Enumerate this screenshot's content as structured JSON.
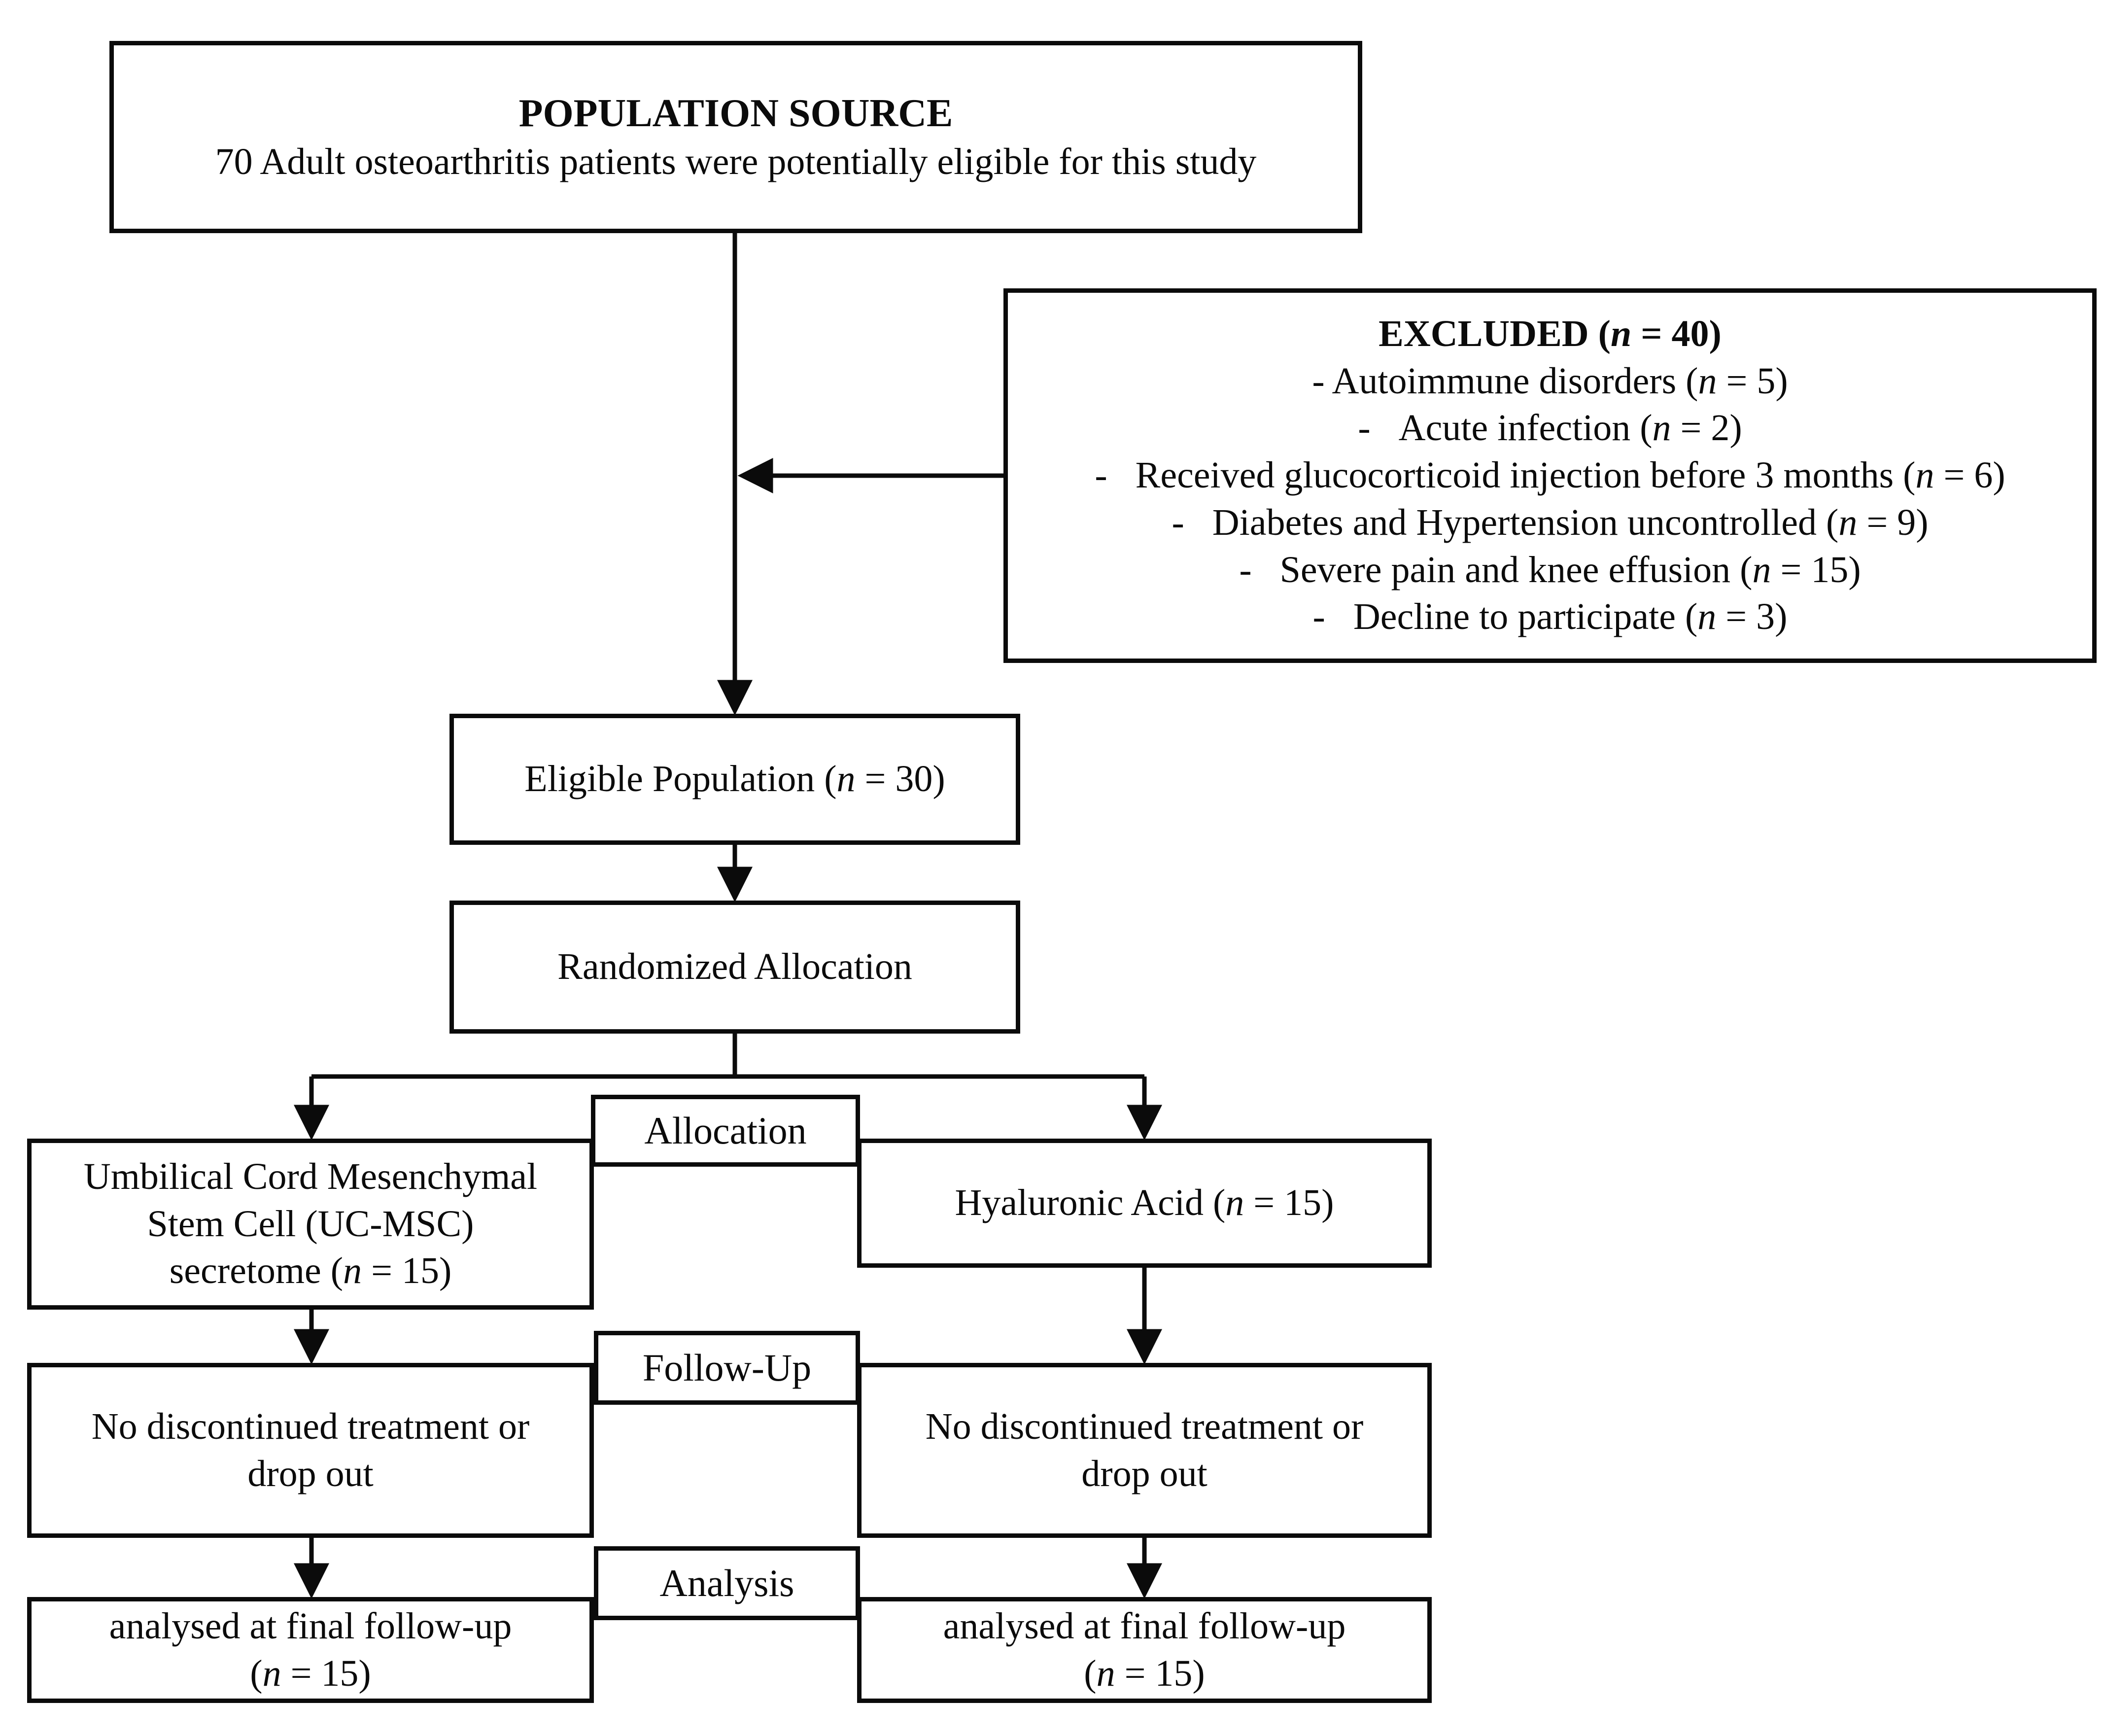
{
  "diagram": {
    "type": "study-flow-diagram",
    "colors": {
      "line": "#0b0b0b",
      "background": "#ffffff",
      "text": "#0b0b0b"
    }
  },
  "nodes": {
    "population_source": {
      "title": "POPULATION SOURCE",
      "subtitle": "70 Adult osteoarthritis patients were potentially eligible for this study"
    },
    "excluded": {
      "title": "EXCLUDED (n = 40)",
      "items": [
        "- Autoimmune disorders (n = 5)",
        "-   Acute infection (n = 2)",
        "-   Received glucocorticoid injection before 3 months (n = 6)",
        "-   Diabetes and Hypertension uncontrolled (n = 9)",
        "-   Severe pain and knee effusion (n = 15)",
        "-   Decline to participate (n = 3)"
      ]
    },
    "eligible": {
      "text": "Eligible Population (n = 30)"
    },
    "randomized": {
      "text": "Randomized Allocation"
    },
    "stage_labels": {
      "allocation": "Allocation",
      "follow_up": "Follow-Up",
      "analysis": "Analysis"
    },
    "uc_msc": {
      "lines": [
        "Umbilical Cord Mesenchymal",
        "Stem Cell (UC-MSC)",
        "secretome (n = 15)"
      ]
    },
    "hyaluronic": {
      "text": "Hyaluronic Acid (n = 15)"
    },
    "followup_left": {
      "lines": [
        "No discontinued treatment or",
        "drop out"
      ]
    },
    "followup_right": {
      "lines": [
        "No discontinued treatment or",
        "drop out"
      ]
    },
    "analysis_left": {
      "lines": [
        "analysed at final follow-up",
        "(n = 15)"
      ]
    },
    "analysis_right": {
      "lines": [
        "analysed at final follow-up",
        "(n = 15)"
      ]
    }
  }
}
